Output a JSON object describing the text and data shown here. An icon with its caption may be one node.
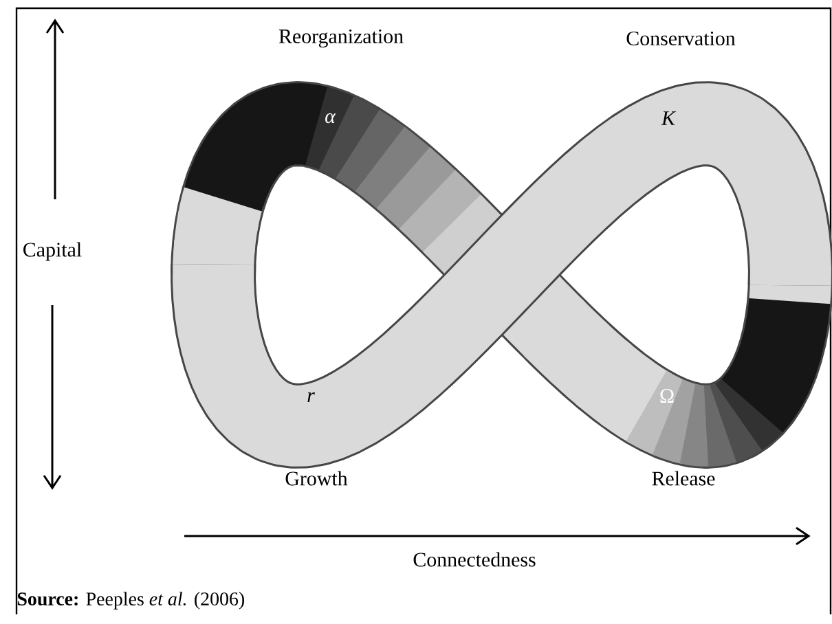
{
  "diagram": {
    "caption": "**Source:** Peeples *et al.* (2006)",
    "labels": [
      "Reorganization",
      "Conservation",
      "α",
      "K",
      "Capital",
      "r",
      "Ω",
      "Growth",
      "Release",
      "Connectedness"
    ]
  }
}
